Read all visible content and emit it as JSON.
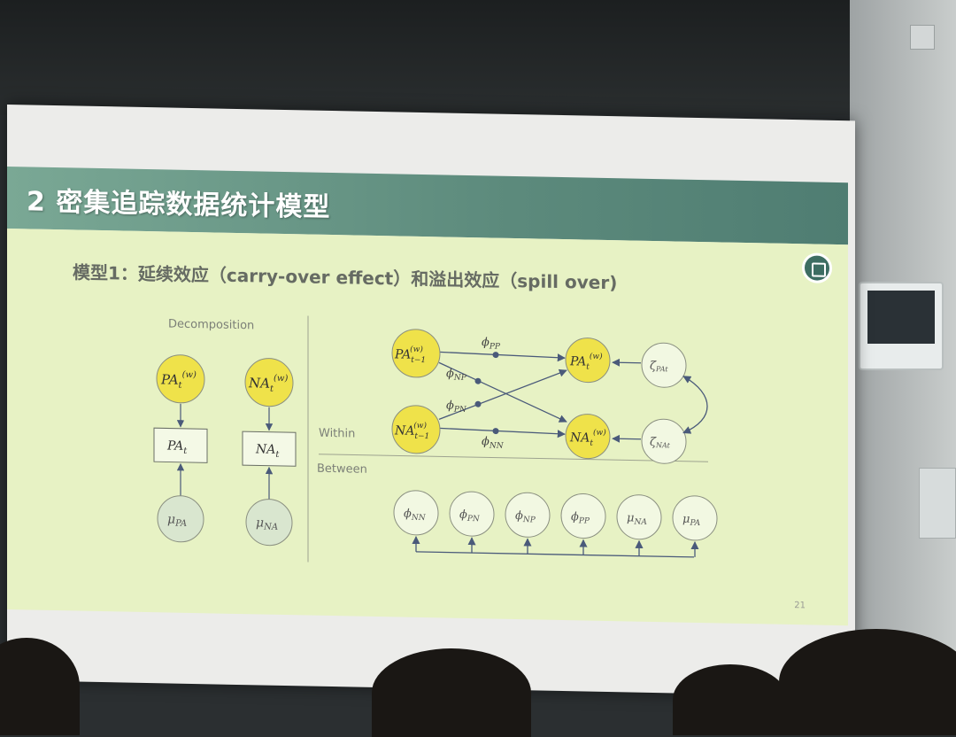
{
  "slide": {
    "title": "2 密集追踪数据统计模型",
    "subtitle": "模型1：延续效应（carry-over effect）和溢出效应（spill over)",
    "page_number": "21"
  },
  "diagram": {
    "decomposition": {
      "label": "Decomposition",
      "pa_latent": {
        "main": "PA",
        "sub": "t",
        "sup": "(w)"
      },
      "pa_observed": {
        "main": "PA",
        "sub": "t"
      },
      "pa_mean": {
        "main": "μ",
        "sub": "PA"
      },
      "na_latent": {
        "main": "NA",
        "sub": "t",
        "sup": "(w)"
      },
      "na_observed": {
        "main": "NA",
        "sub": "t"
      },
      "na_mean": {
        "main": "μ",
        "sub": "NA"
      }
    },
    "within": {
      "label": "Within",
      "pa_prev": {
        "main": "PA",
        "sub": "t−1",
        "sup": "(w)"
      },
      "na_prev": {
        "main": "NA",
        "sub": "t−1",
        "sup": "(w)"
      },
      "pa_curr": {
        "main": "PA",
        "sub": "t",
        "sup": "(w)"
      },
      "na_curr": {
        "main": "NA",
        "sub": "t",
        "sup": "(w)"
      },
      "zeta_pa": {
        "main": "ζ",
        "sub": "PAt"
      },
      "zeta_na": {
        "main": "ζ",
        "sub": "NAt"
      },
      "phi_pp": {
        "main": "ϕ",
        "sub": "PP"
      },
      "phi_np": {
        "main": "ϕ",
        "sub": "NP"
      },
      "phi_pn": {
        "main": "ϕ",
        "sub": "PN"
      },
      "phi_nn": {
        "main": "ϕ",
        "sub": "NN"
      }
    },
    "between": {
      "label": "Between",
      "nodes": [
        {
          "main": "ϕ",
          "sub": "NN"
        },
        {
          "main": "ϕ",
          "sub": "PN"
        },
        {
          "main": "ϕ",
          "sub": "NP"
        },
        {
          "main": "ϕ",
          "sub": "PP"
        },
        {
          "main": "μ",
          "sub": "NA"
        },
        {
          "main": "μ",
          "sub": "PA"
        }
      ]
    }
  },
  "colors": {
    "slide_bg": "#e7f2c4",
    "latent_fill": "#efe24a",
    "mean_fill": "#d9e6cf",
    "line": "#4a5a7a",
    "title_bar": "#5c8a7c"
  }
}
